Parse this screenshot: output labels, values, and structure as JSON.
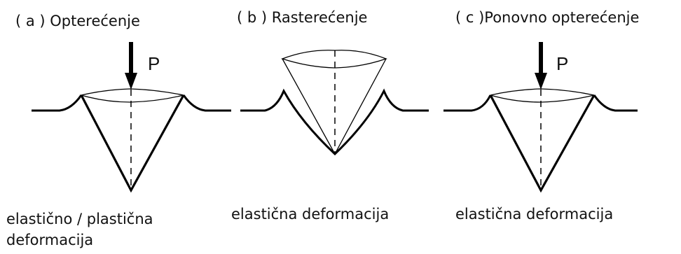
{
  "panels": [
    {
      "title": "( a ) Opterećenje",
      "force_label": "P",
      "caption": "elastično / plastična\ndeformacija"
    },
    {
      "title": "( b ) Rasterećenje",
      "caption": "elastična deformacija"
    },
    {
      "title": "( c )Ponovno  opterećenje",
      "force_label": "P",
      "caption": "elastična deformacija"
    }
  ]
}
